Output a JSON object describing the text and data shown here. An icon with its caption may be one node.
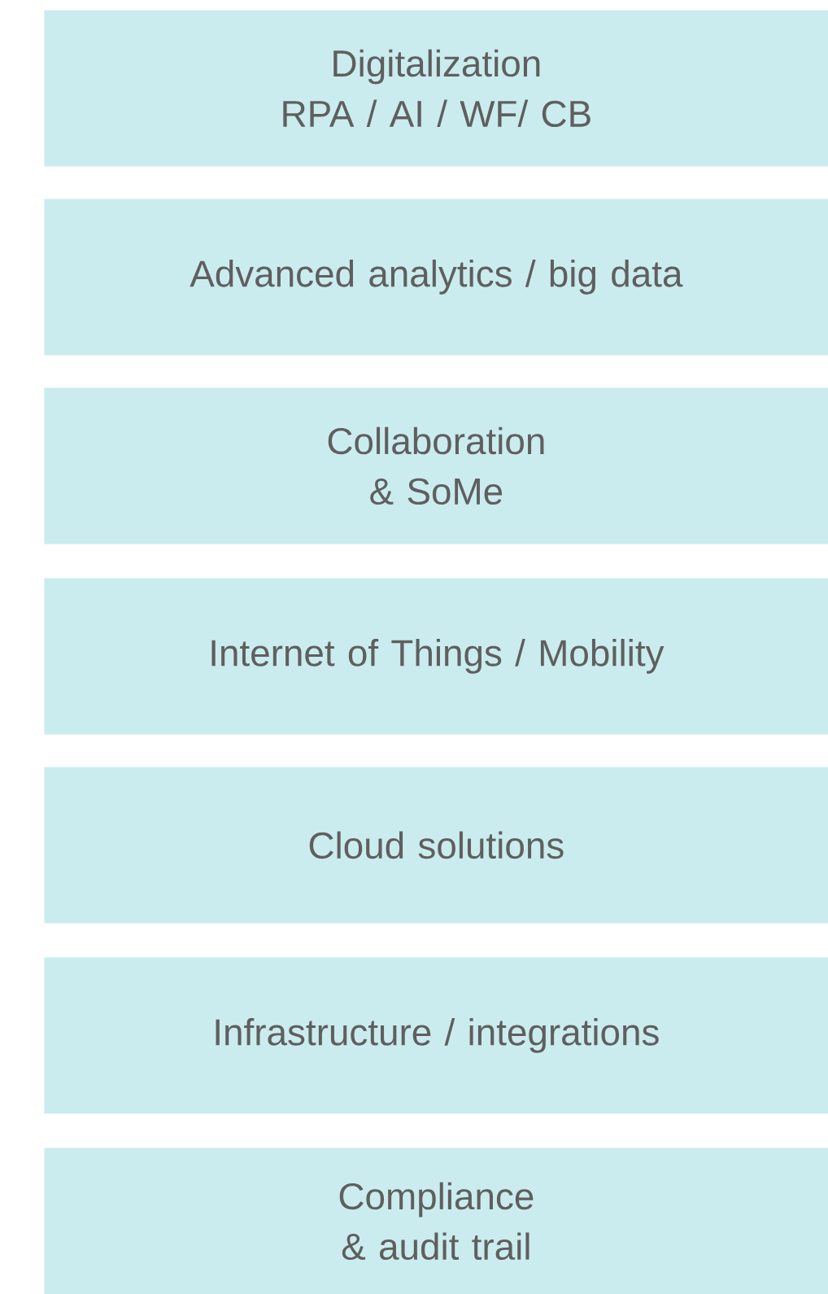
{
  "diagram": {
    "nodes": [
      {
        "text": [
          "Digitalization",
          "RPA / AI / WF/ CB"
        ]
      },
      {
        "text": [
          "Advanced analytics / big data"
        ]
      },
      {
        "text": [
          "Collaboration & SoMe"
        ]
      },
      {
        "text": [
          "Internet of Things / Mobility"
        ]
      },
      {
        "text": [
          "Cloud solutions"
        ]
      },
      {
        "text": [
          "Infrastructure / integrations"
        ]
      },
      {
        "text": [
          "Compliance & audit trail"
        ]
      }
    ]
  }
}
